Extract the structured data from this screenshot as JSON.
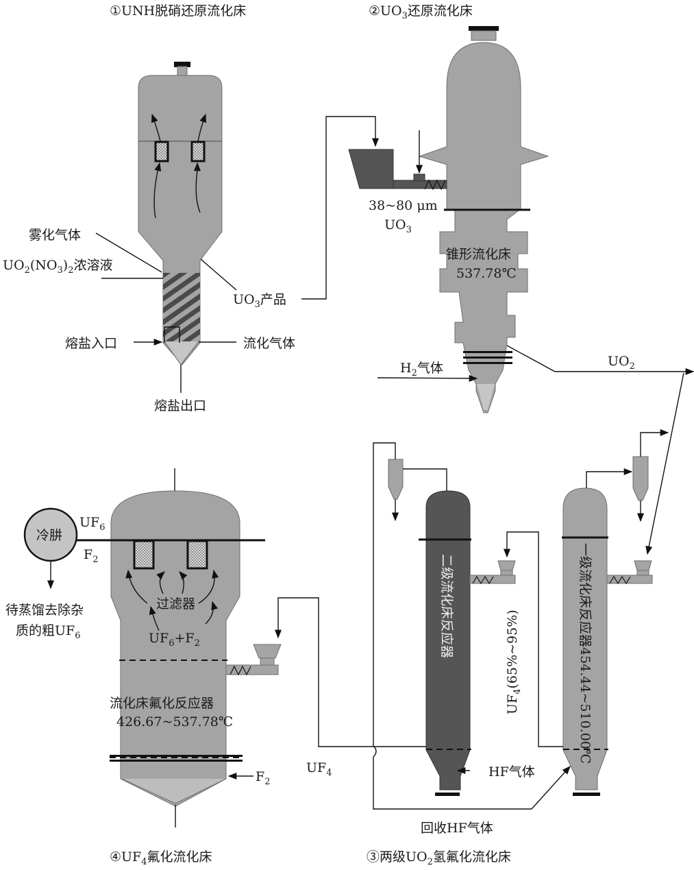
{
  "titles": {
    "t1": "①UNH脱硝还原流化床",
    "t2_a": "②UO",
    "t2_b": "3",
    "t2_c": "还原流化床",
    "t3_a": "③两级UO",
    "t3_b": "2",
    "t3_c": "氢氟化流化床",
    "t4_a": "④UF",
    "t4_b": "4",
    "t4_c": "氟化流化床"
  },
  "unit1": {
    "atomizing_gas": "雾化气体",
    "solution_a": "UO",
    "solution_b": "2",
    "solution_c": "(NO",
    "solution_d": "3",
    "solution_e": ")",
    "solution_f": "2",
    "solution_g": "浓溶液",
    "product_a": "UO",
    "product_b": "3",
    "product_c": "产品",
    "salt_in": "熔盐入口",
    "fluid_gas": "流化气体",
    "salt_out": "熔盐出口"
  },
  "unit2": {
    "size": "38~80 μm",
    "feed_a": "UO",
    "feed_b": "3",
    "cone_name": "锥形流化床",
    "cone_temp": "537.78℃",
    "h2_a": "H",
    "h2_b": "2",
    "h2_c": "气体",
    "uo2_a": "UO",
    "uo2_b": "2"
  },
  "unit3": {
    "reactor2": "二级流化床反应器",
    "reactor1": "一级流化床反应器454.44~510.00℃",
    "uf4_pct_a": "UF",
    "uf4_pct_b": "4",
    "uf4_pct_c": "(65%~95%)",
    "hf_gas": "HF气体",
    "recover": "回收HF气体"
  },
  "unit4": {
    "cold_trap": "冷肼",
    "uf6_a": "UF",
    "uf6_b": "6",
    "f2_a": "F",
    "f2_b": "2",
    "crude_1": "待蒸馏去除杂",
    "crude_2a": "质的粗UF",
    "crude_2b": "6",
    "filter": "过滤器",
    "mix_a": "UF",
    "mix_b": "6",
    "mix_c": "+F",
    "mix_d": "2",
    "reactor_name": "流化床氟化反应器",
    "reactor_temp": "426.67~537.78℃",
    "f2in_a": "F",
    "f2in_b": "2",
    "uf4_a": "UF",
    "uf4_b": "4"
  },
  "colors": {
    "vessel": "#a4a4a4",
    "dark_vessel": "#555555",
    "line": "#111111"
  }
}
